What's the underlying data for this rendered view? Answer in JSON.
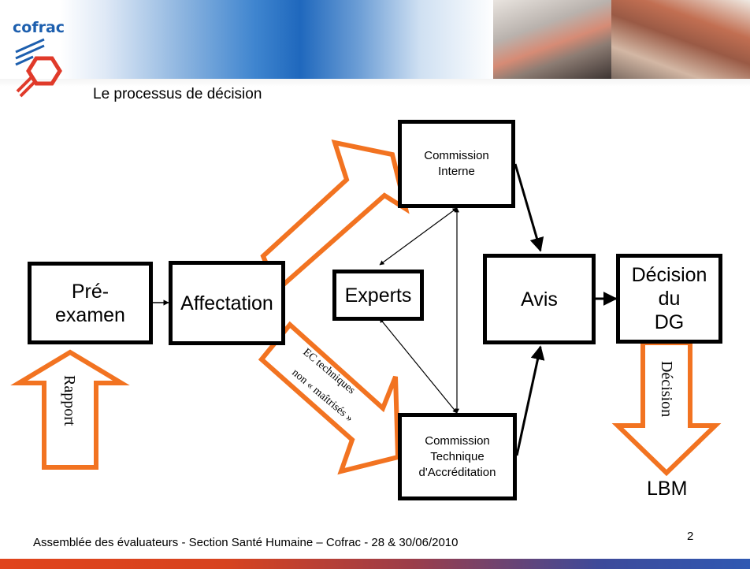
{
  "header": {
    "logo_text": "cofrac",
    "title": "Le processus de décision"
  },
  "diagram": {
    "nodes": {
      "pre_examen": "Pré-\nexamen",
      "affectation": "Affectation",
      "experts": "Experts",
      "commission_interne": "Commission\nInterne",
      "commission_technique": "Commission\nTechnique\nd'Accréditation",
      "avis": "Avis",
      "decision_dg": "Décision\ndu\nDG"
    },
    "arrow_labels": {
      "rapport": "Rapport",
      "ec_techniques_line1": "EC techniques",
      "ec_techniques_line2": "non « maîtrisés »",
      "decision": "Décision"
    },
    "outcome": "LBM"
  },
  "footer": {
    "text": "Assemblée des évaluateurs - Section Santé Humaine – Cofrac - 28 & 30/06/2010",
    "page_number": "2"
  },
  "colors": {
    "arrow_outline": "#f27321",
    "box_border": "#000000",
    "brand_blue": "#1d5fae",
    "logo_red": "#e03a2a"
  }
}
